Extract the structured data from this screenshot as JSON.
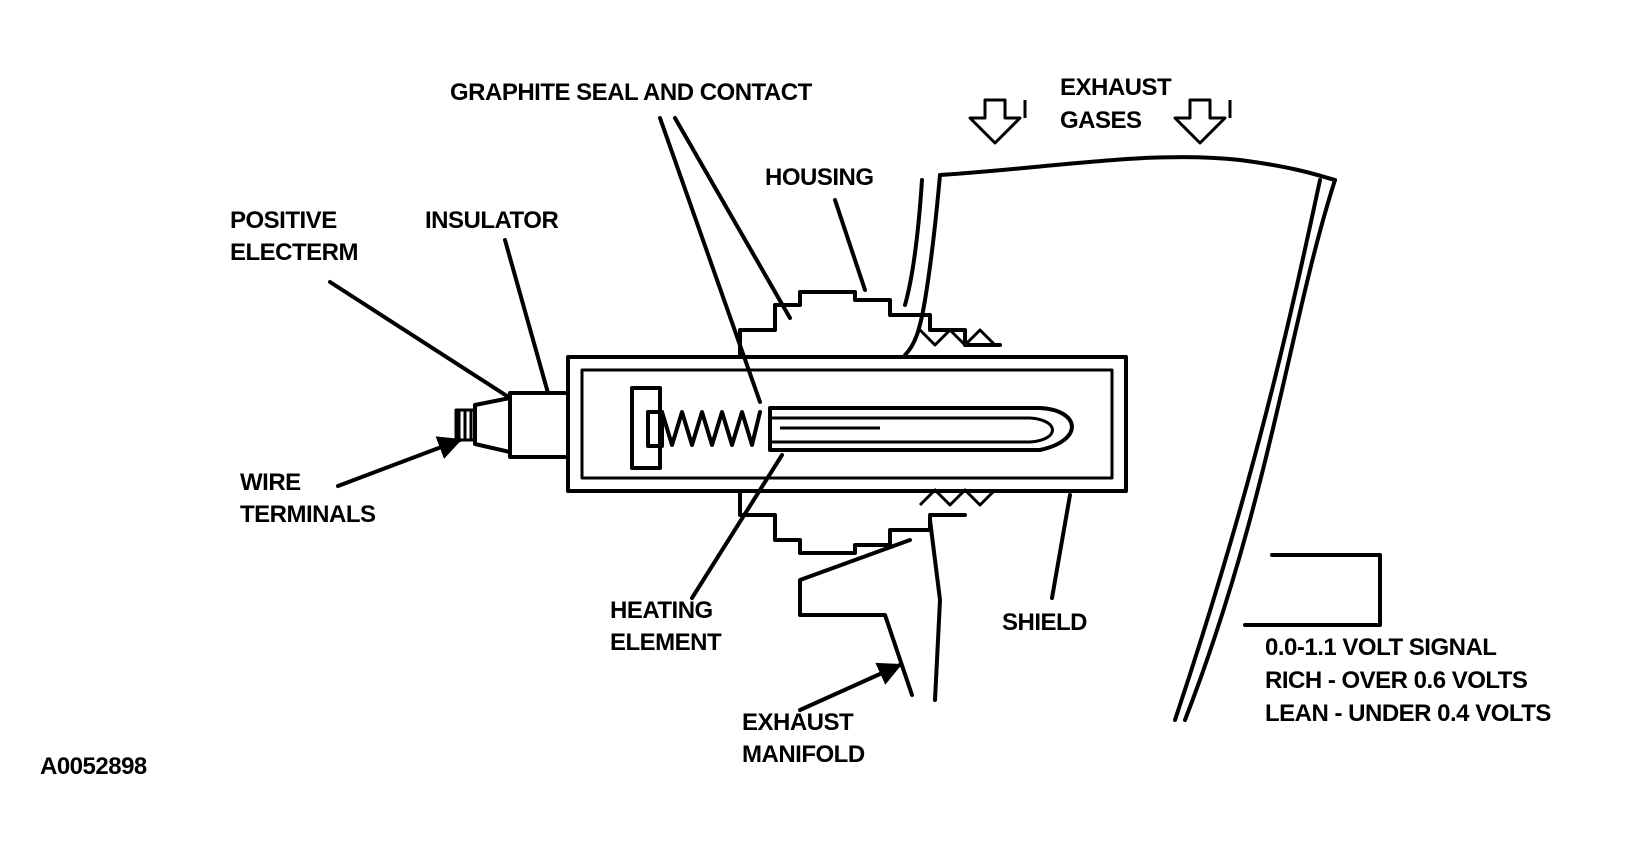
{
  "diagram": {
    "labels": {
      "graphite_seal": "GRAPHITE SEAL AND CONTACT",
      "exhaust_gases_1": "EXHAUST",
      "exhaust_gases_2": "GASES",
      "housing": "HOUSING",
      "positive_1": "POSITIVE",
      "positive_2": "ELECTERM",
      "insulator": "INSULATOR",
      "wire_1": "WIRE",
      "wire_2": "TERMINALS",
      "heating_1": "HEATING",
      "heating_2": "ELEMENT",
      "shield": "SHIELD",
      "manifold_1": "EXHAUST",
      "manifold_2": "MANIFOLD",
      "signal": "0.0-1.1 VOLT SIGNAL",
      "rich": "RICH - OVER 0.6 VOLTS",
      "lean": "LEAN - UNDER 0.4 VOLTS",
      "figure_id": "A0052898"
    }
  }
}
